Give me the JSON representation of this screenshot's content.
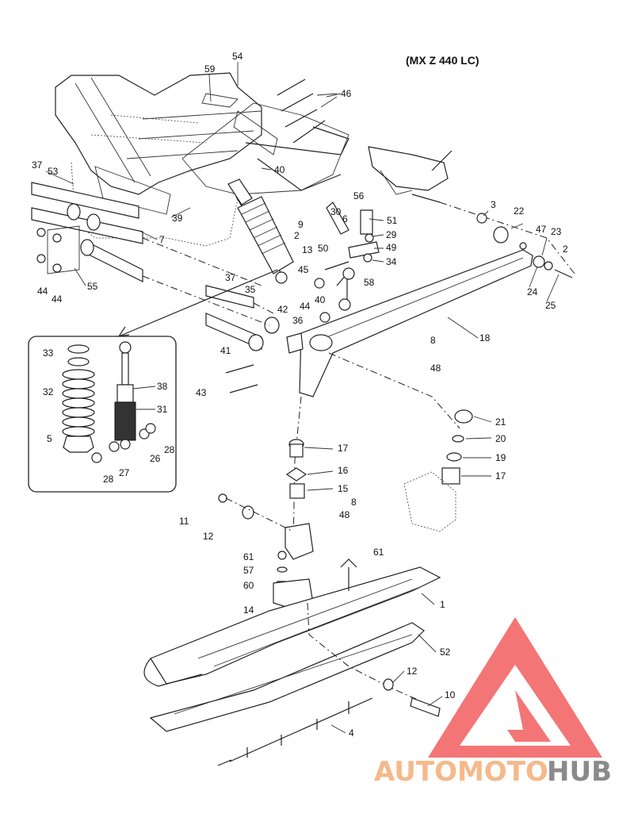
{
  "title": "(MX Z 440 LC)",
  "watermark": {
    "part1": "AUTOMOTO",
    "part2": "HUB",
    "color_accent": "#f25d5d",
    "color_orange": "#f5b98a",
    "color_gray": "#8a8a8a"
  },
  "callouts": [
    "54",
    "59",
    "46",
    "40",
    "37",
    "53",
    "39",
    "7",
    "44",
    "44",
    "55",
    "56",
    "30",
    "51",
    "6",
    "9",
    "2",
    "29",
    "13",
    "50",
    "49",
    "34",
    "3",
    "22",
    "47",
    "23",
    "2",
    "24",
    "25",
    "45",
    "58",
    "35",
    "42",
    "36",
    "40",
    "44",
    "18",
    "8",
    "48",
    "41",
    "43",
    "33",
    "38",
    "32",
    "31",
    "5",
    "26",
    "28",
    "27",
    "28",
    "17",
    "16",
    "15",
    "8",
    "21",
    "20",
    "19",
    "17",
    "11",
    "12",
    "48",
    "61",
    "57",
    "60",
    "14",
    "61",
    "1",
    "52",
    "12",
    "10",
    "4",
    "37"
  ]
}
